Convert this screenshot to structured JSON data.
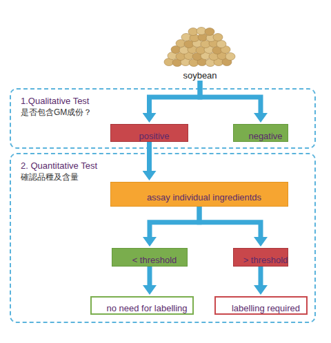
{
  "diagram": {
    "nodes": [
      {
        "text": [
          "soybean"
        ]
      },
      {
        "text": [
          "1.Qualitative Test",
          "是否包含GM成份？"
        ]
      },
      {
        "text": [
          "positive"
        ],
        "in": 1
      },
      {
        "text": [
          "negative"
        ],
        "in": 1
      },
      {
        "text": [
          "2. Quantitative Test",
          "確認品種及含量"
        ]
      },
      {
        "text": [
          "assay individual ingredientds"
        ],
        "in": 4
      },
      {
        "text": [
          "< threshold"
        ],
        "in": 4
      },
      {
        "text": [
          "> threshold"
        ],
        "in": 4
      },
      {
        "text": [
          "no need for labelling"
        ],
        "in": 4
      },
      {
        "text": [
          "labelling required"
        ],
        "in": 4
      }
    ],
    "edges": [
      {
        "from": 0,
        "to": 2,
        "arrow": "to"
      },
      {
        "from": 0,
        "to": 3,
        "arrow": "to"
      },
      {
        "from": 2,
        "to": 5,
        "arrow": "to"
      },
      {
        "from": 5,
        "to": 6,
        "arrow": "to"
      },
      {
        "from": 5,
        "to": 7,
        "arrow": "to"
      },
      {
        "from": 6,
        "to": 8,
        "arrow": "to"
      },
      {
        "from": 7,
        "to": 9,
        "arrow": "to"
      }
    ]
  }
}
